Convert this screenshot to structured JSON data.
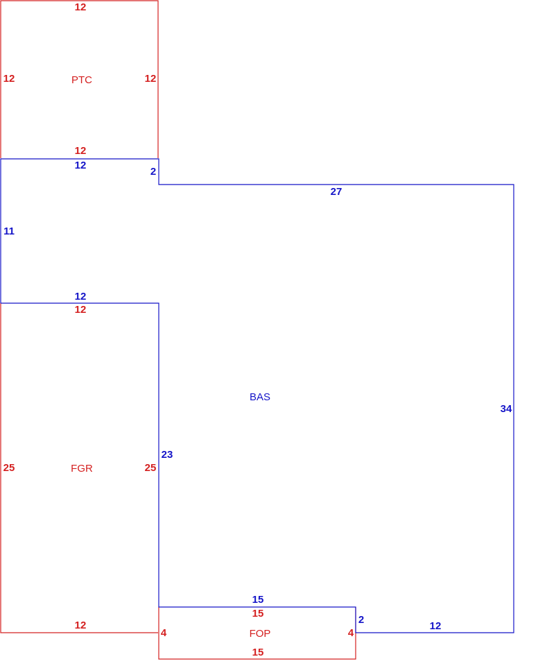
{
  "colors": {
    "addition": "#d42020",
    "base": "#1414c8"
  },
  "areas": {
    "ptc": "PTC",
    "bas": "BAS",
    "fgr": "FGR",
    "fop": "FOP"
  },
  "dimensions": {
    "ptc": {
      "top": "12",
      "left": "12",
      "right": "12",
      "bottom": "12"
    },
    "bas": {
      "top_left": "12",
      "step": "2",
      "top_right": "27",
      "left_upper": "11",
      "mid": "12",
      "right": "34",
      "inner_left": "23",
      "fop_top": "15",
      "fop_step": "2",
      "bottom_right": "12"
    },
    "fgr": {
      "top": "12",
      "left": "25",
      "right": "25",
      "bottom": "12"
    },
    "fop": {
      "top": "15",
      "left": "4",
      "right": "4",
      "bottom": "15"
    }
  }
}
